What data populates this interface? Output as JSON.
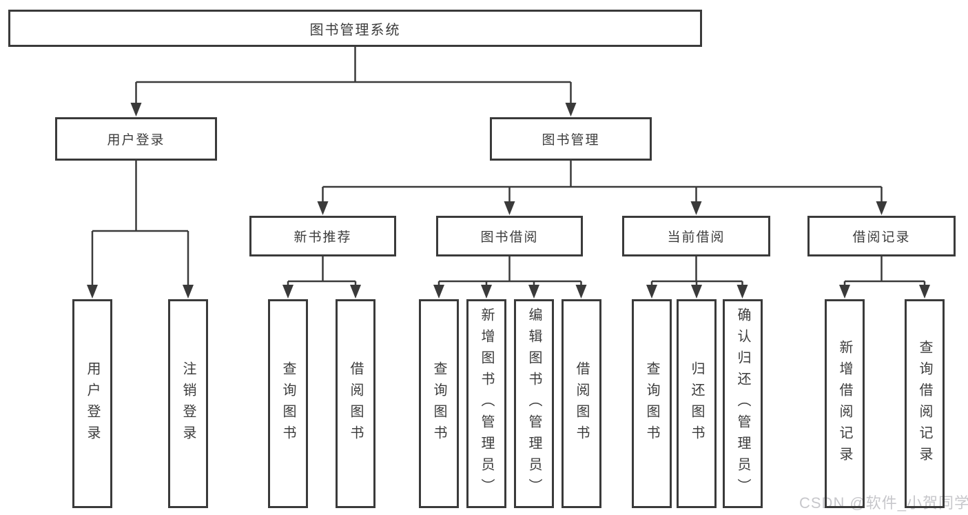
{
  "diagram_title": "图书管理系统",
  "watermark": "CSDN @软件_小贺同学",
  "colors": {
    "line": "#3a3a3a",
    "box_border": "#3a3a3a",
    "text": "#3c3c3c",
    "watermark": "#c7c7cb",
    "background": "#ffffff"
  },
  "nodes": {
    "root": "图书管理系统",
    "user_login": "用户登录",
    "book_mgmt": "图书管理",
    "new_book_rec": "新书推荐",
    "book_borrow": "图书借阅",
    "current_borrow": "当前借阅",
    "borrow_records": "借阅记录",
    "ul_user_login": "用户登录",
    "ul_logout": "注销登录",
    "nbr_query_books": "查询图书",
    "nbr_borrow_books": "借阅图书",
    "bb_query_books": "查询图书",
    "bb_add_books": "新增图书（管理员）",
    "bb_edit_books": "编辑图书（管理员）",
    "bb_borrow_books": "借阅图书",
    "cb_query_books": "查询图书",
    "cb_return_books": "归还图书",
    "cb_confirm_return": "确认归还（管理员）",
    "br_add_record": "新增借阅记录",
    "br_query_record": "查询借阅记录"
  },
  "hierarchy": {
    "图书管理系统": {
      "用户登录": [
        "用户登录",
        "注销登录"
      ],
      "图书管理": {
        "新书推荐": [
          "查询图书",
          "借阅图书"
        ],
        "图书借阅": [
          "查询图书",
          "新增图书（管理员）",
          "编辑图书（管理员）",
          "借阅图书"
        ],
        "当前借阅": [
          "查询图书",
          "归还图书",
          "确认归还（管理员）"
        ],
        "借阅记录": [
          "新增借阅记录",
          "查询借阅记录"
        ]
      }
    }
  }
}
